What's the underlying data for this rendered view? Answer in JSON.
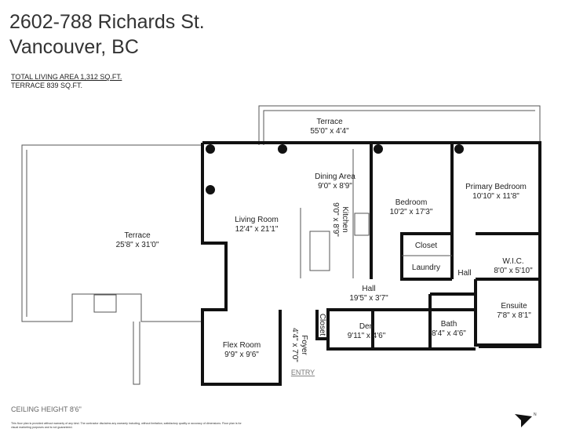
{
  "header": {
    "address": "2602-788 Richards St.",
    "city": "Vancouver, BC"
  },
  "areas": {
    "total_living": "TOTAL LIVING AREA   1,312 SQ.FT.",
    "terrace": "TERRACE    839 SQ.FT."
  },
  "rooms": [
    {
      "name": "Terrace",
      "dims": "55'0\" x 4'4\""
    },
    {
      "name": "Terrace",
      "dims": "25'8\" x 31'0\""
    },
    {
      "name": "Dining Area",
      "dims": "9'0\" x 8'9\""
    },
    {
      "name": "Living Room",
      "dims": "12'4\" x 21'1\""
    },
    {
      "name": "Kitchen",
      "dims": "9'0\" x 8'9\""
    },
    {
      "name": "Bedroom",
      "dims": "10'2\" x 17'3\""
    },
    {
      "name": "Primary Bedroom",
      "dims": "10'10\" x 11'8\""
    },
    {
      "name": "Closet",
      "dims": ""
    },
    {
      "name": "Laundry",
      "dims": ""
    },
    {
      "name": "Hall",
      "dims": "19'5\" x 3'7\""
    },
    {
      "name": "Hall",
      "dims": ""
    },
    {
      "name": "W.I.C.",
      "dims": "8'0\" x 5'10\""
    },
    {
      "name": "Ensuite",
      "dims": "7'8\" x 8'1\""
    },
    {
      "name": "Bath",
      "dims": "8'4\" x 4'6\""
    },
    {
      "name": "Den",
      "dims": "9'11\" x 4'6\""
    },
    {
      "name": "Closet",
      "dims": ""
    },
    {
      "name": "Foyer",
      "dims": "4'4\" x 7'0\""
    },
    {
      "name": "Flex Room",
      "dims": "9'9\" x 9'6\""
    }
  ],
  "entry": "ENTRY",
  "footer": {
    "ceiling": "CEILING HEIGHT 8'6\"",
    "disclaimer": "This floor plan is provided without warranty of any kind. The contractor disclaims any warranty including, without limitation, satisfactory quality or accuracy of dimensions. Floor plan is for visual marketing purposes and is not guaranteed."
  },
  "north_label": "N"
}
